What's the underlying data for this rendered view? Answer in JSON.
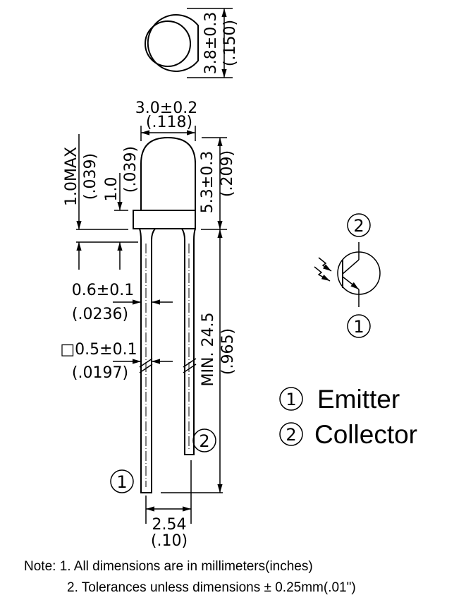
{
  "dimensions": {
    "lens_diameter": "3.8±0.3",
    "lens_diameter_in": "(.150)",
    "body_width": "3.0±0.2",
    "body_width_in": "(.118)",
    "body_height": "5.3±0.3",
    "body_height_in": "(.209)",
    "flange_max": "1.0MAX",
    "flange_max_in": "(.039)",
    "flange": "1.0",
    "flange_in": "(.039)",
    "lead_width": "0.6±0.1",
    "lead_width_in": "(.0236)",
    "lead_square": "□0.5±0.1",
    "lead_square_in": "(.0197)",
    "lead_length": "MIN. 24.5",
    "lead_length_in": "(.965)",
    "pitch": "2.54",
    "pitch_in": "(.10)"
  },
  "pins": {
    "one": "1",
    "two": "2"
  },
  "legend": [
    {
      "num": "1",
      "label": "Emitter"
    },
    {
      "num": "2",
      "label": "Collector"
    }
  ],
  "notes": {
    "line1": "Note: 1. All dimensions are in millimeters(inches)",
    "line2": "2. Tolerances unless dimensions ± 0.25mm(.01\")"
  }
}
